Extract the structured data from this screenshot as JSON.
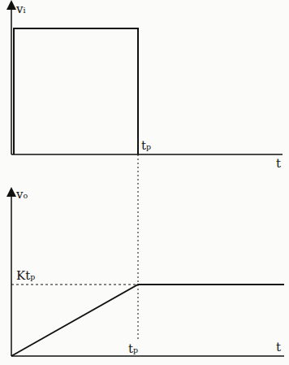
{
  "diagram": {
    "labels": [
      "vᵢ",
      "t",
      "tₚ",
      "vₒ",
      "Ktₚ",
      "tₚ",
      "t"
    ]
  }
}
